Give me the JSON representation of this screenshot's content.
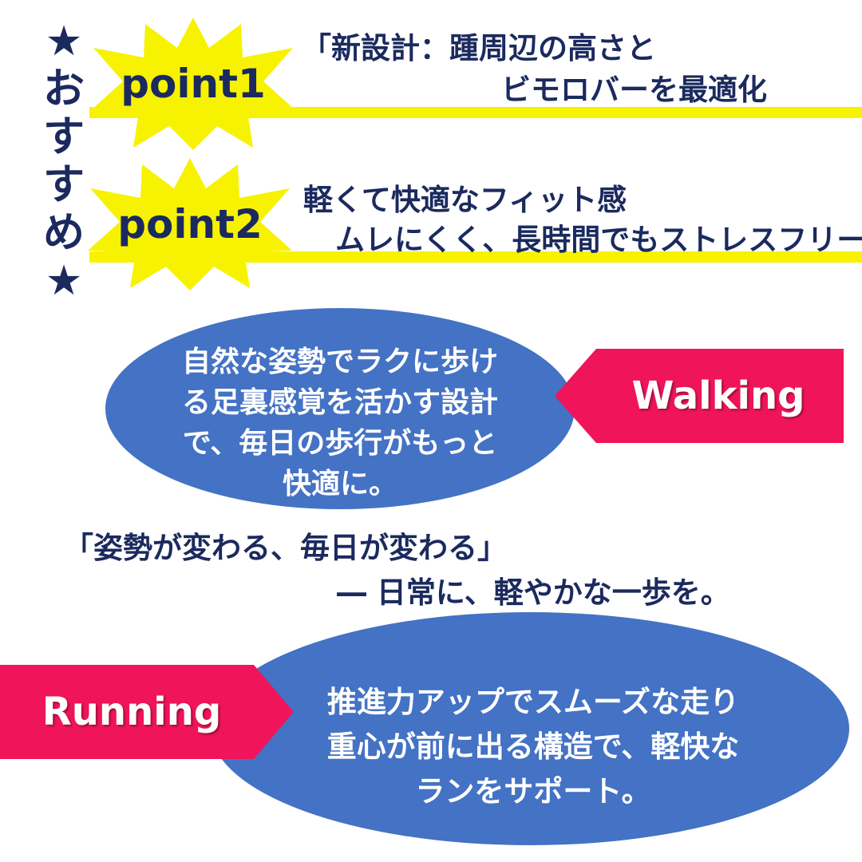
{
  "sidebar": {
    "chars": [
      "★",
      "お",
      "す",
      "す",
      "め",
      "★"
    ]
  },
  "points": [
    {
      "badge": "point1",
      "line1": "「新設計：踵周辺の高さと",
      "line2": "ビモロバーを最適化"
    },
    {
      "badge": "point2",
      "line1": "軽くて快適なフィット感",
      "line2": "ムレにくく、長時間でもストレスフリー"
    }
  ],
  "walking": {
    "tag": "Walking",
    "lines": [
      "自然な姿勢でラクに歩け",
      "る足裏感覚を活かす設計",
      "で、毎日の歩行がもっと",
      "快適に。"
    ]
  },
  "slogan": {
    "line1": "「姿勢が変わる、毎日が変わる」",
    "line2": "― 日常に、軽やかな一歩を。"
  },
  "running": {
    "tag": "Running",
    "lines": [
      "推進力アップでスムーズな走り",
      "重心が前に出る構造で、軽快な",
      "ランをサポート。"
    ]
  },
  "colors": {
    "navy": "#1b2a5e",
    "yellow": "#f7f200",
    "blue": "#4472c4",
    "pink": "#f0145a"
  }
}
